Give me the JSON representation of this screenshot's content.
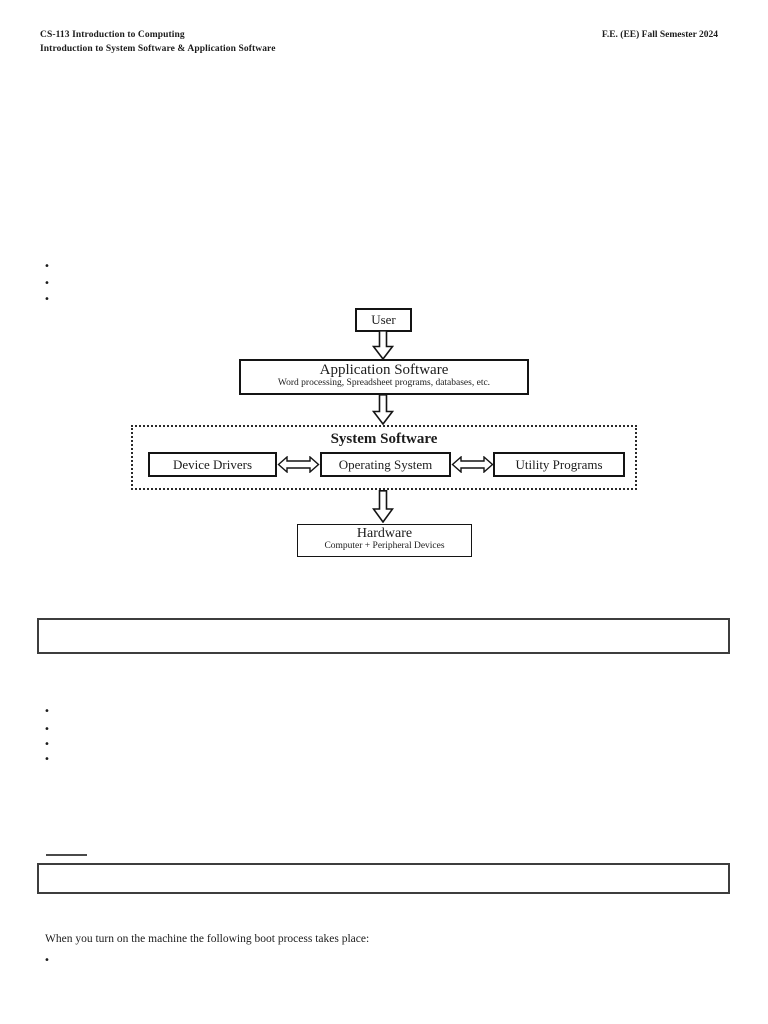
{
  "header": {
    "course_line": "CS-113 Introduction to Computing",
    "topic_line": "Introduction to System Software & Application Software",
    "semester": "F.E. (EE) Fall Semester 2024"
  },
  "glyphs": {
    "bullet": "•"
  },
  "diagram": {
    "user_label": "User",
    "application": {
      "title": "Application Software",
      "subtitle": "Word processing, Spreadsheet programs, databases, etc."
    },
    "system": {
      "title": "System Software",
      "boxes": [
        "Device Drivers",
        "Operating System",
        "Utility Programs"
      ]
    },
    "hardware": {
      "title": "Hardware",
      "subtitle": "Computer + Peripheral Devices"
    }
  },
  "body": {
    "boot_text": "When you turn on the machine the following boot process takes place:"
  },
  "colors": {
    "ink": "#1c1c1c"
  }
}
